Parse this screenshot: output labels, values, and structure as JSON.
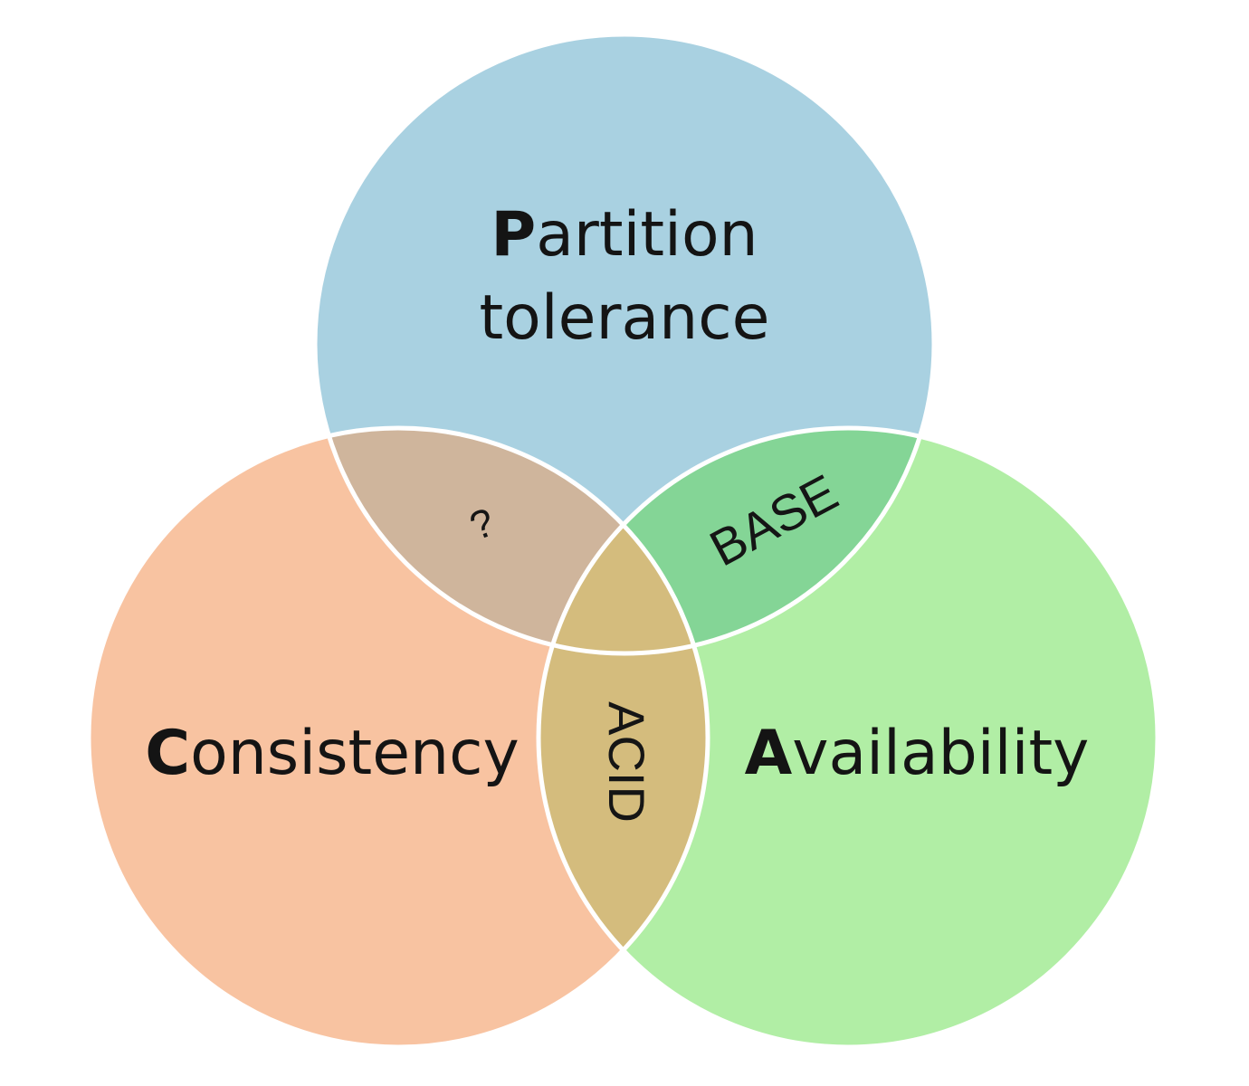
{
  "circles": {
    "partition": {
      "initial": "P",
      "line1_rest": "artition",
      "line2": "tolerance",
      "color": "#a9d1e1"
    },
    "consistency": {
      "initial": "C",
      "rest": "onsistency",
      "color": "#f8c3a1"
    },
    "availability": {
      "initial": "A",
      "rest": "vailability",
      "color": "#b1eea5"
    }
  },
  "regions": {
    "partition_consistency": {
      "label": "?",
      "color": "#cfb59c"
    },
    "partition_availability": {
      "label": "BASE",
      "color": "#84d596"
    },
    "consistency_availability": {
      "label": "ACID",
      "color": "#d4bc7d"
    }
  },
  "outline_color": "#ffffff"
}
